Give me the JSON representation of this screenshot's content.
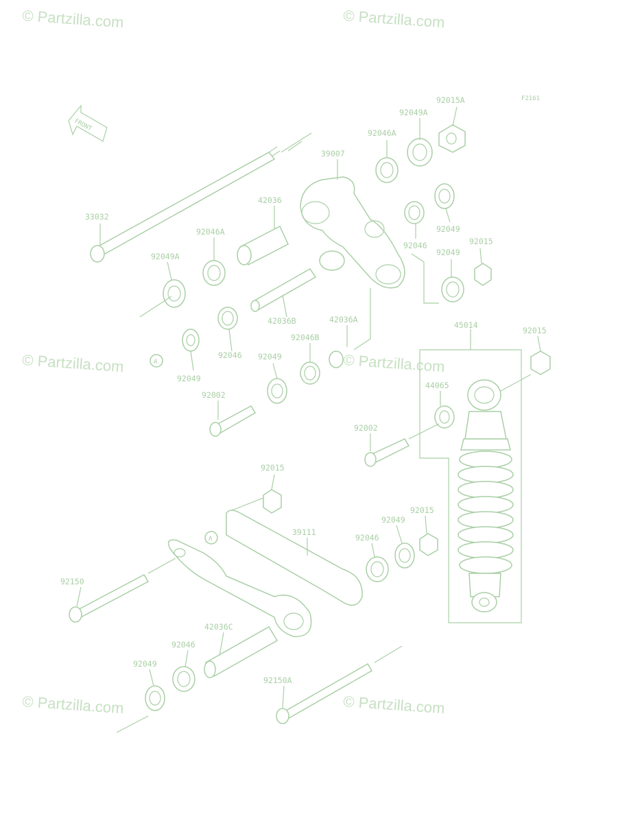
{
  "figure_code": "F2161",
  "watermark": "© Partzilla.com",
  "front_label": "FRONT",
  "ref_marker": "A",
  "callouts": [
    "92015A",
    "92049A",
    "92046A",
    "39007",
    "42036",
    "33032",
    "92046A",
    "92049A",
    "92049",
    "92046",
    "92015",
    "92049",
    "42036B",
    "42036A",
    "92046B",
    "92046",
    "92049",
    "92049",
    "92002",
    "45014",
    "92015",
    "44065",
    "92002",
    "92015",
    "39111",
    "92049",
    "92015",
    "92046",
    "92150",
    "42036C",
    "92046",
    "92049",
    "92150A"
  ],
  "colors": {
    "line": "#a9cfa5",
    "watermark": "#c7e0c3",
    "background": "#ffffff"
  }
}
